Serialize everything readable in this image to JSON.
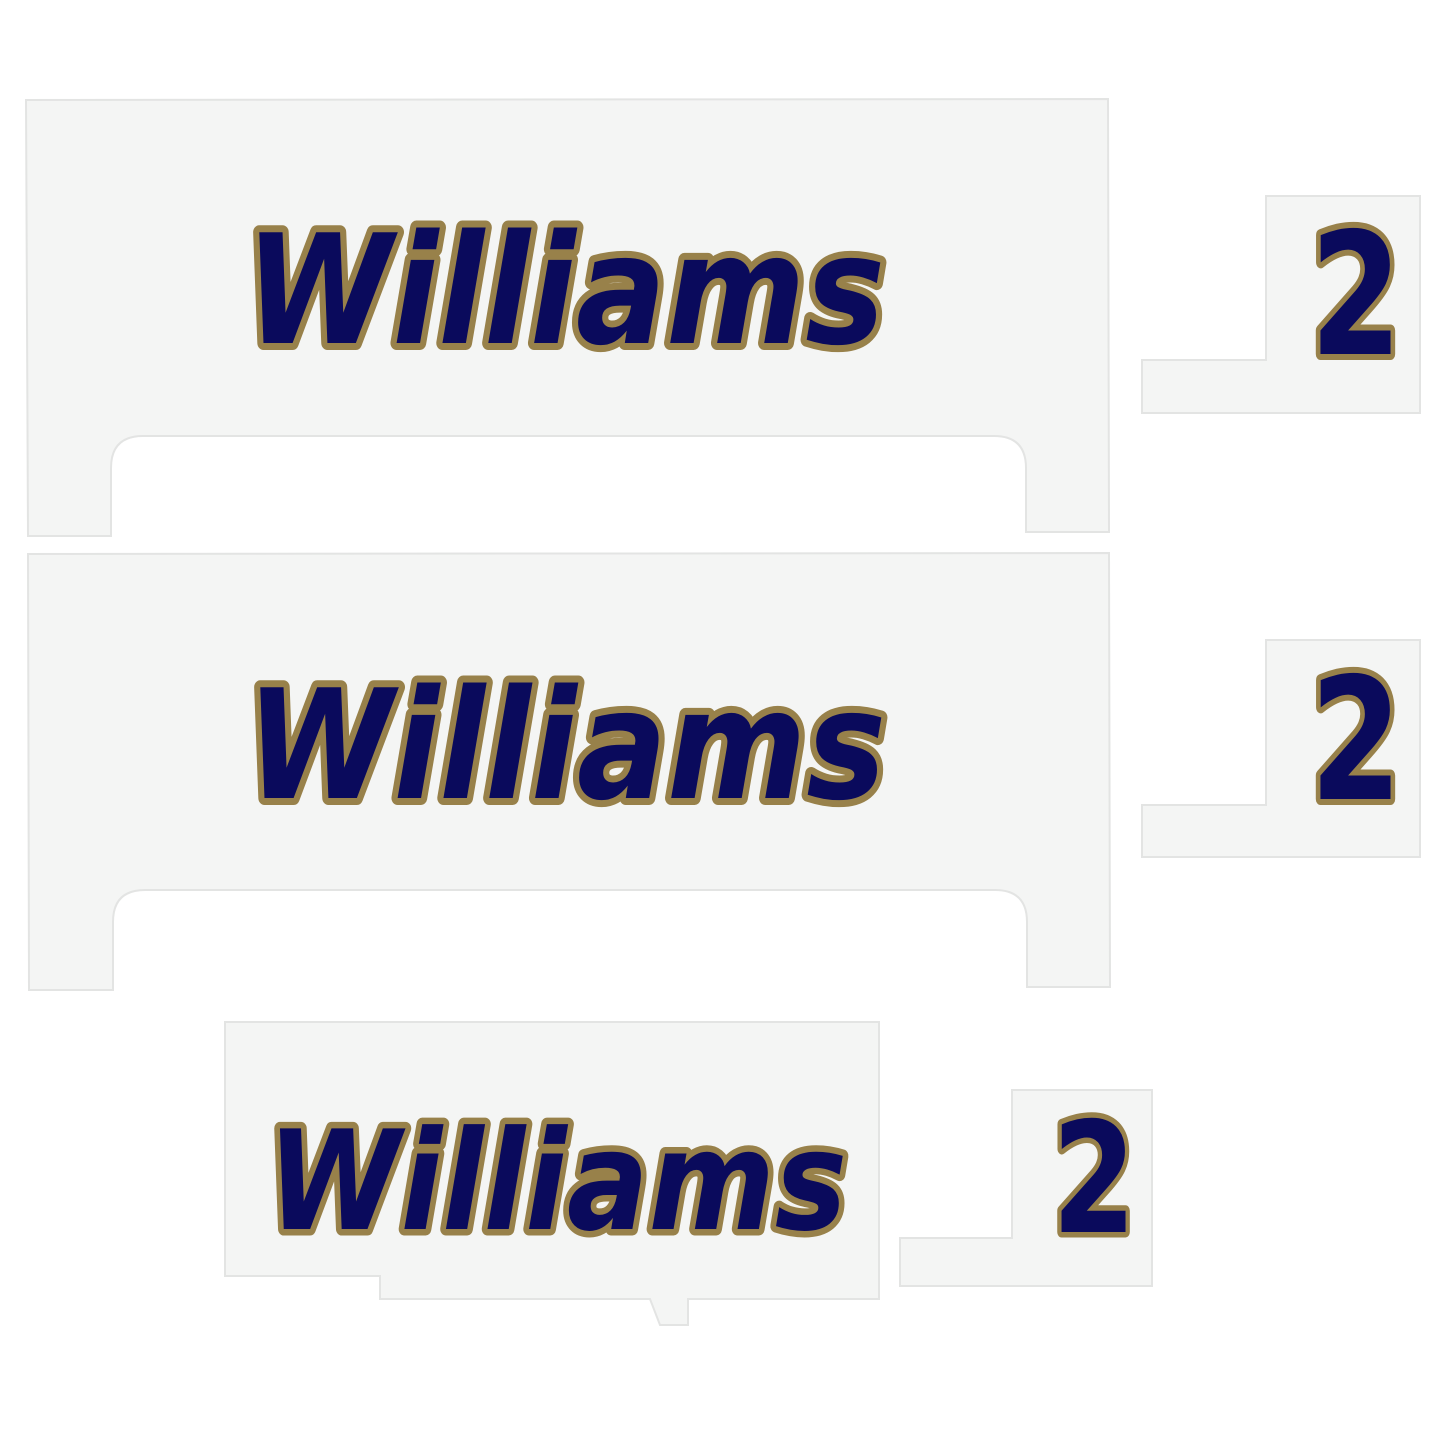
{
  "colors": {
    "text_fill": "#0a0a5c",
    "text_outline": "#98814a",
    "decal_background": "#f4f5f4",
    "decal_border": "#e3e4e3",
    "page_background": "#ffffff"
  },
  "decal_sets": [
    {
      "logo_text": "Williams",
      "number": "2"
    },
    {
      "logo_text": "Williams",
      "number": "2"
    },
    {
      "logo_text": "Williams",
      "number": "2"
    }
  ]
}
